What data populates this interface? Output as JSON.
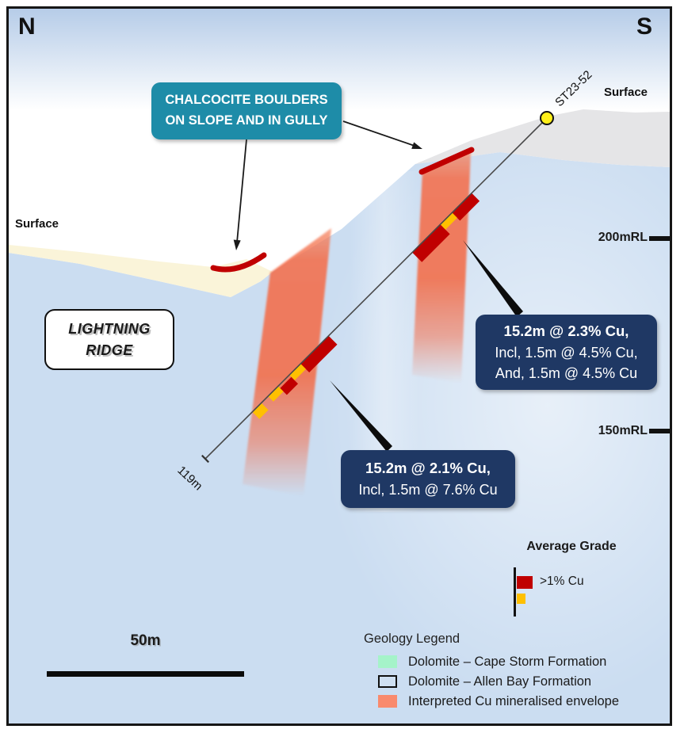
{
  "compass": {
    "north": "N",
    "south": "S"
  },
  "surface_labels": {
    "left": "Surface",
    "right": "Surface"
  },
  "annotations": {
    "ridge_line1": "LIGHTNING",
    "ridge_line2": "RIDGE",
    "drillhole_id": "ST23-52",
    "eoh_depth": "119m",
    "rl_200": "200mRL",
    "rl_150": "150mRL",
    "scale_label": "50m"
  },
  "callouts": {
    "boulders": {
      "line1": "CHALCOCITE BOULDERS",
      "line2": "ON SLOPE AND IN GULLY"
    },
    "intercept_upper": {
      "line1": "15.2m @ 2.3% Cu,",
      "line2": "Incl, 1.5m @ 4.5% Cu,",
      "line3": "And, 1.5m @ 4.5% Cu"
    },
    "intercept_lower": {
      "line1": "15.2m @ 2.1% Cu,",
      "line2": "Incl, 1.5m @ 7.6% Cu"
    }
  },
  "legend": {
    "average_grade_title": "Average Grade",
    "grade_red_label": ">1% Cu",
    "geology_title": "Geology Legend",
    "items": [
      {
        "label": "Dolomite – Cape Storm Formation",
        "swatch_css": "background:#A5F3C9"
      },
      {
        "label": "Dolomite – Allen Bay Formation",
        "swatch_css": "background:#CFE0F2;border:2px solid #111"
      },
      {
        "label": "Interpreted Cu mineralised envelope",
        "swatch_css": "background:#F98A6D"
      }
    ]
  },
  "colors": {
    "callout_teal": "#1E8CA8",
    "callout_navy": "#1F3864",
    "intercept_red": "#C00000",
    "intercept_yellow": "#FFC000",
    "envelope_salmon": "#F36C48",
    "cape_storm_mint": "#A5F3C9",
    "allen_bay_blue": "#CFE0F2",
    "surface_scree_gray": "#E5E5E7",
    "gully_cream": "#FAF4D9",
    "collar_yellow": "#FFF01A"
  }
}
